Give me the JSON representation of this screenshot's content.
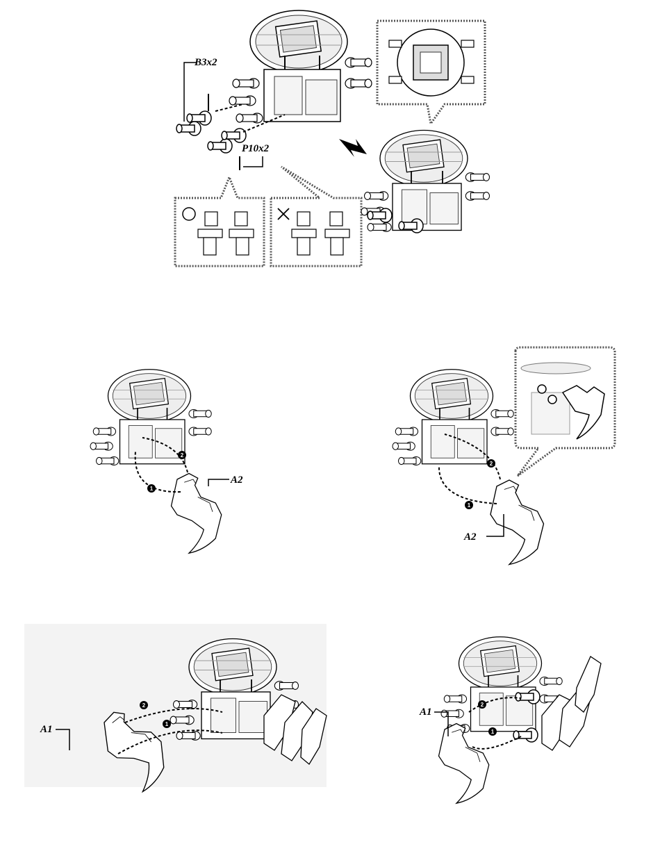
{
  "step1": {
    "label_b3": "B3x2",
    "label_p10": "P10x2",
    "correct_mark": "O",
    "wrong_mark": "X"
  },
  "step2": {
    "label_a2": "A2",
    "num1": "1",
    "num2": "2"
  },
  "step3": {
    "label_a2": "A2",
    "num1": "1",
    "num2": "2"
  },
  "step4": {
    "label_a1": "A1",
    "num1": "1",
    "num2": "2"
  },
  "step5": {
    "label_a1": "A1",
    "num1": "1",
    "num2": "2"
  }
}
